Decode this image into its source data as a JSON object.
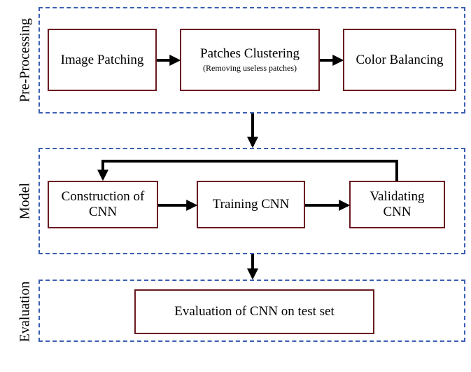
{
  "sections": {
    "pre_processing": "Pre-Processing",
    "model": "Model",
    "evaluation": "Evaluation"
  },
  "boxes": {
    "image_patching": "Image Patching",
    "patches_clustering": "Patches Clustering",
    "patches_clustering_note": "(Removing useless patches)",
    "color_balancing": "Color Balancing",
    "construction_line1": "Construction of",
    "construction_line2": "CNN",
    "training": "Training CNN",
    "validating_line1": "Validating",
    "validating_line2": "CNN",
    "evaluation": "Evaluation of CNN on test set"
  },
  "colors": {
    "section_border": "#3a5fb0",
    "box_border": "#6a1a20",
    "arrow": "#000000"
  }
}
